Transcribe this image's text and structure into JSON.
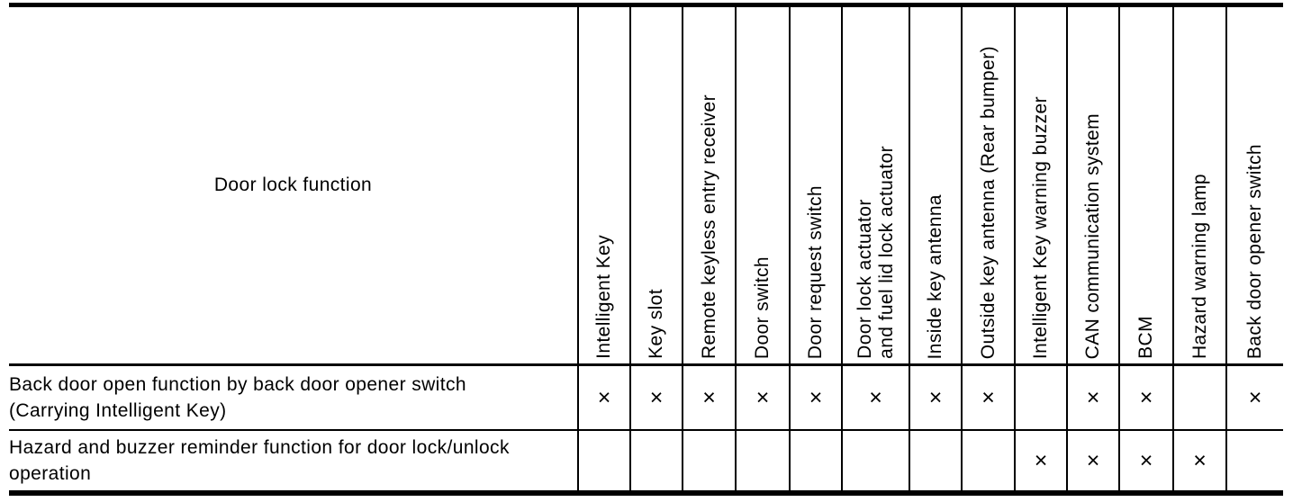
{
  "colors": {
    "background": "#ffffff",
    "text": "#000000",
    "grid_lines": "#000000"
  },
  "table": {
    "corner_header": "Door lock function",
    "mark_symbol": "×",
    "columns": [
      "Intelligent Key",
      "Key slot",
      "Remote keyless entry receiver",
      "Door switch",
      "Door request switch",
      "Door lock actuator\nand fuel lid lock actuator",
      "Inside key antenna",
      "Outside key antenna (Rear bumper)",
      "Intelligent Key warning buzzer",
      "CAN communication system",
      "BCM",
      "Hazard warning lamp",
      "Back door opener switch"
    ],
    "rows": [
      {
        "label": "Back door open function by back door opener switch\n(Carrying Intelligent Key)",
        "cells": [
          "×",
          "×",
          "×",
          "×",
          "×",
          "×",
          "×",
          "×",
          "",
          "×",
          "×",
          "",
          "×"
        ]
      },
      {
        "label": "Hazard and buzzer reminder function for door lock/unlock\noperation",
        "cells": [
          "",
          "",
          "",
          "",
          "",
          "",
          "",
          "",
          "×",
          "×",
          "×",
          "×",
          ""
        ]
      }
    ]
  }
}
